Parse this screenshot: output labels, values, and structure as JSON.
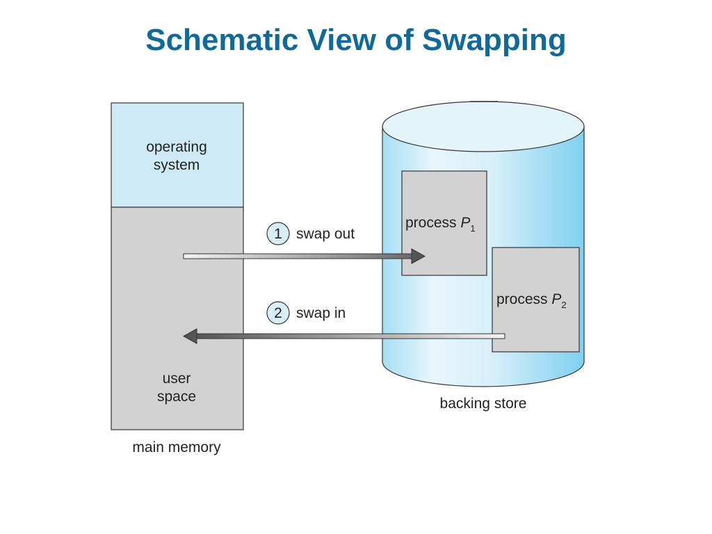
{
  "title": "Schematic View of Swapping",
  "main_memory": {
    "os_label_line1": "operating",
    "os_label_line2": "system",
    "user_label_line1": "user",
    "user_label_line2": "space",
    "caption": "main memory"
  },
  "backing_store": {
    "caption": "backing store",
    "process1": {
      "text": "process ",
      "name": "P",
      "subscript": "1"
    },
    "process2": {
      "text": "process ",
      "name": "P",
      "subscript": "2"
    }
  },
  "steps": [
    {
      "number": "1",
      "label": "swap out"
    },
    {
      "number": "2",
      "label": "swap in"
    }
  ],
  "colors": {
    "title": "#0f6a99",
    "os_fill": "#cfeaf7",
    "user_fill": "#d2d2d2",
    "cylinder_light": "#e8f6fc",
    "cylinder_dark": "#7fd0ef",
    "process_fill": "#d2d2d2"
  }
}
